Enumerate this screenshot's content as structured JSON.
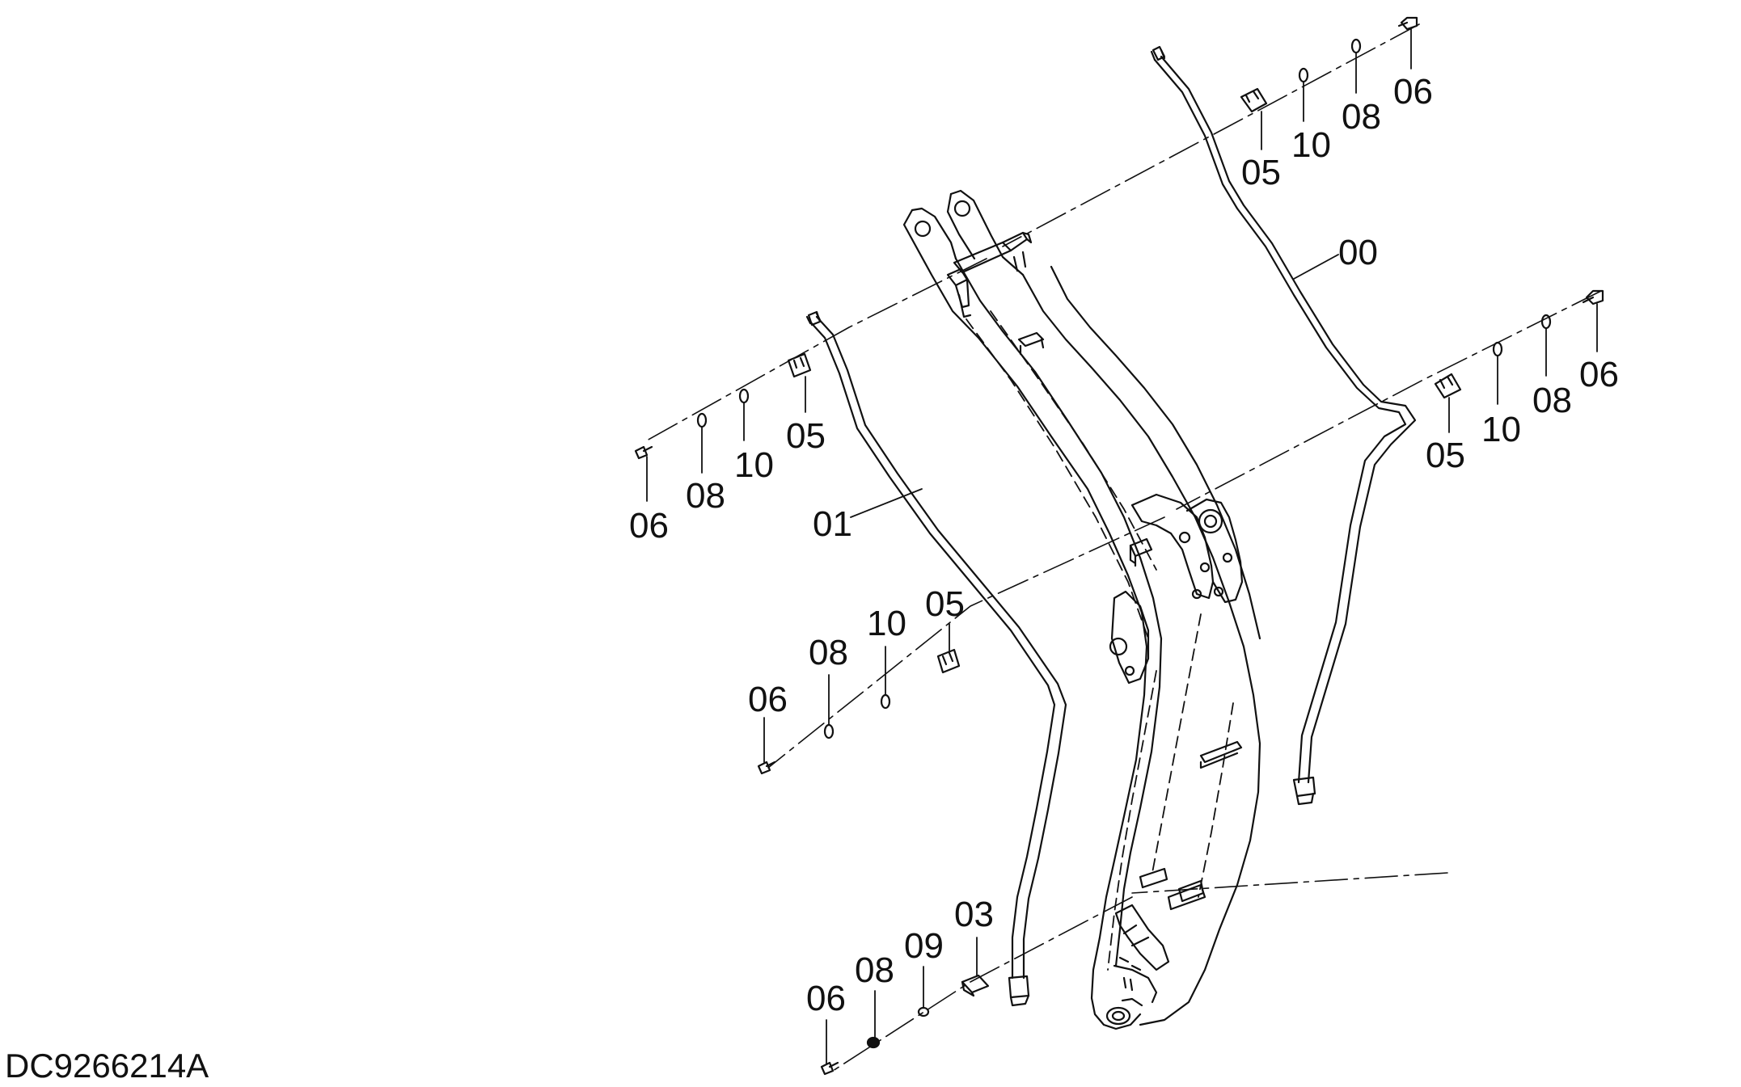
{
  "diagram": {
    "drawing_id": "DC9266214A",
    "colors": {
      "line": "#111111",
      "background": "#ffffff"
    },
    "callouts": {
      "pipe_right": "00",
      "pipe_left": "01",
      "clamp_boom_foot": "03",
      "clamp_top": "05",
      "bolt_top": "06",
      "washer_top": "08",
      "spacer_top": "10",
      "clamp_right": "05",
      "bolt_right": "06",
      "washer_right": "08",
      "spacer_right": "10",
      "clamp_upper_left": "05",
      "bolt_upper_left": "06",
      "washer_upper_left": "08",
      "spacer_upper_left": "10",
      "clamp_mid_left": "05",
      "bolt_mid_left": "06",
      "washer_mid_left": "08",
      "spacer_mid_left": "10",
      "bolt_bottom": "06",
      "washer_bottom": "08",
      "spacer_bottom": "09"
    }
  }
}
